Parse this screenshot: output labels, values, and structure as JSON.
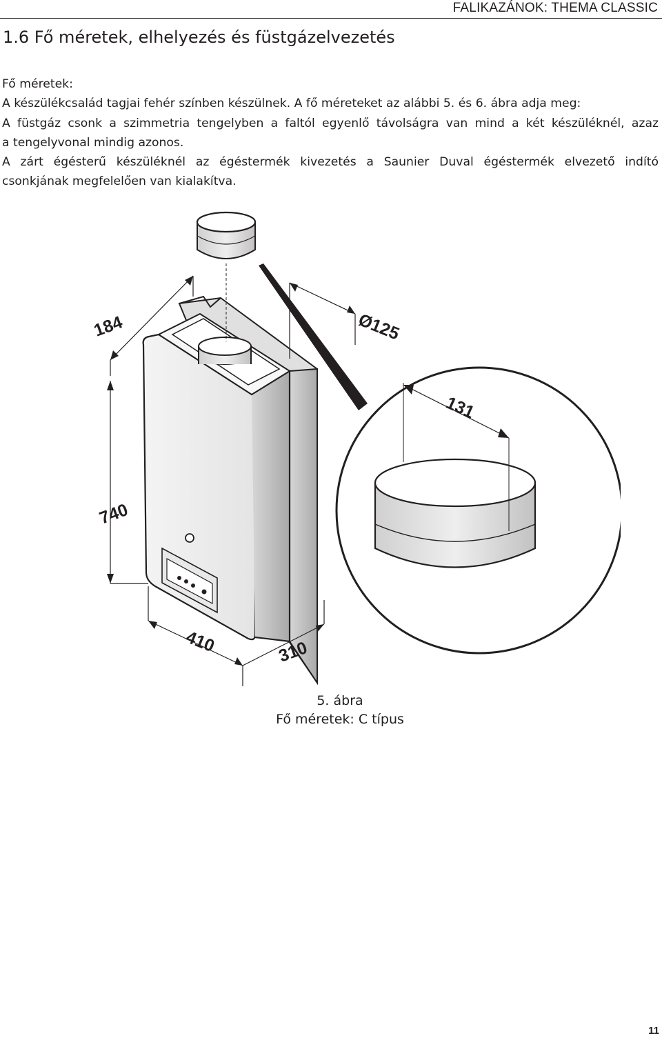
{
  "header": {
    "running_title": "FALIKAZÁNOK: THEMA CLASSIC"
  },
  "section": {
    "title": "1.6 Fő méretek, elhelyezés és füstgázelvezetés"
  },
  "body": {
    "lines": [
      "Fő méretek:",
      "A készülékcsalád tagjai fehér színben készülnek. A fő méreteket az alábbi 5. és 6. ábra adja meg:",
      "A füstgáz csonk a szimmetria tengelyben a faltól egyenlő távolságra van mind a két készüléknél, azaz",
      "a tengelyvonal mindig azonos.",
      "A zárt égésterű készüléknél az égéstermék kivezetés a Saunier Duval égéstermék elvezető indító",
      "csonkjának megfelelően van kialakítva."
    ]
  },
  "figure": {
    "dimensions": {
      "depth_top": "184",
      "flue_diameter": "Ø125",
      "collar_offset": "131",
      "height": "740",
      "width": "410",
      "depth_bottom": "310"
    },
    "caption_number": "5. ábra",
    "caption_title": "Fő méretek: C típus"
  },
  "footer": {
    "page_number": "11"
  }
}
